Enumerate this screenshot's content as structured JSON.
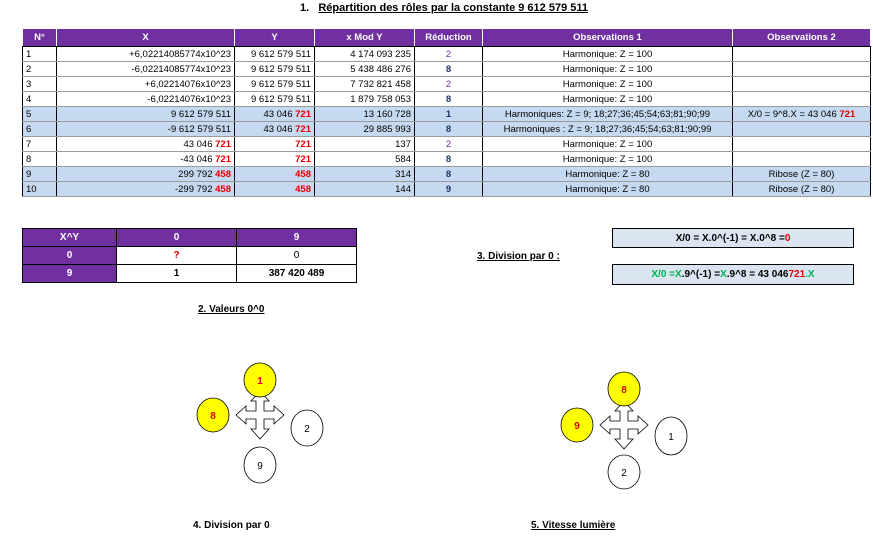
{
  "title": {
    "number": "1.",
    "text": "Répartition des rôles par la constante 9 612 579 511"
  },
  "main_table": {
    "headers": [
      "N°",
      "X",
      "Y",
      "x Mod Y",
      "Réduction",
      "Observations 1",
      "Observations 2"
    ],
    "rows": [
      {
        "n": "1",
        "x": "+6,02214085774x10^23",
        "x_red": "",
        "y": "9 612 579 511",
        "y_red": "",
        "mod": "4 174 093 235",
        "red": "2",
        "obs1": "Harmonique: Z = 100",
        "obs2": "",
        "obs2_red": "",
        "blue": false
      },
      {
        "n": "2",
        "x": "-6,02214085774x10^23",
        "x_red": "",
        "y": "9 612 579 511",
        "y_red": "",
        "mod": "5 438 486 276",
        "red": "8",
        "obs1": "Harmonique: Z = 100",
        "obs2": "",
        "obs2_red": "",
        "blue": false
      },
      {
        "n": "3",
        "x": "+6,02214076x10^23",
        "x_red": "",
        "y": "9 612 579 511",
        "y_red": "",
        "mod": "7 732 821 458",
        "red": "2",
        "obs1": "Harmonique: Z = 100",
        "obs2": "",
        "obs2_red": "",
        "blue": false
      },
      {
        "n": "4",
        "x": "-6,02214076x10^23",
        "x_red": "",
        "y": "9 612 579 511",
        "y_red": "",
        "mod": "1 879 758 053",
        "red": "8",
        "obs1": "Harmonique: Z = 100",
        "obs2": "",
        "obs2_red": "",
        "blue": false
      },
      {
        "n": "5",
        "x": "9 612 579 511",
        "x_red": "",
        "y": "43 046 ",
        "y_red": "721",
        "mod": "13 160 728",
        "red": "1",
        "obs1": "Harmoniques: Z = 9; 18;27;36;45;54;63;81;90;99",
        "obs2": "X/0 = 9^8.X = 43 046 ",
        "obs2_red": "721",
        "blue": true
      },
      {
        "n": "6",
        "x": "-9 612 579 511",
        "x_red": "",
        "y": "43 046 ",
        "y_red": "721",
        "mod": "29 885 993",
        "red": "8",
        "obs1": "Harmoniques : Z = 9; 18;27;36;45;54;63;81;90;99",
        "obs2": "",
        "obs2_red": "",
        "blue": true
      },
      {
        "n": "7",
        "x": "43 046 ",
        "x_red": "721",
        "y": "",
        "y_red": "721",
        "mod": "137",
        "red": "2",
        "obs1": "Harmonique: Z = 100",
        "obs2": "",
        "obs2_red": "",
        "blue": false
      },
      {
        "n": "8",
        "x": "-43 046 ",
        "x_red": "721",
        "y": "",
        "y_red": "721",
        "mod": "584",
        "red": "8",
        "obs1": "Harmonique: Z = 100",
        "obs2": "",
        "obs2_red": "",
        "blue": false
      },
      {
        "n": "9",
        "x": "299 792 ",
        "x_red": "458",
        "y": "",
        "y_red": "458",
        "mod": "314",
        "red": "8",
        "obs1": "Harmonique: Z = 80",
        "obs2": "Ribose (Z = 80)",
        "obs2_red": "",
        "blue": true
      },
      {
        "n": "10",
        "x": "-299 792 ",
        "x_red": "458",
        "y": "",
        "y_red": "458",
        "mod": "144",
        "red": "9",
        "obs1": "Harmonique: Z = 80",
        "obs2": "Ribose (Z = 80)",
        "obs2_red": "",
        "blue": true
      }
    ]
  },
  "power_table": {
    "corner": "X^Y",
    "col1": "0",
    "col2": "9",
    "row1": {
      "head": "0",
      "a": "?",
      "b": "0"
    },
    "row2": {
      "head": "9",
      "a": "1",
      "b": "387 420 489"
    },
    "caption": "2. Valeurs 0^0"
  },
  "division": {
    "label": "3. Division par 0 :",
    "eq1": {
      "a": "X/0 = X.0^(-1) = X.0^8 = ",
      "b": "0"
    },
    "eq2": {
      "p1": "X/0 = ",
      "p2": "X",
      "p3": ".9^(-1) = ",
      "p4": "X",
      "p5": ".9^8 = 43 046 ",
      "p6": "721",
      "p7": ".X"
    }
  },
  "diagram1": {
    "caption": "4. Division par 0",
    "top": "1",
    "left": "8",
    "right": "2",
    "bottom": "9"
  },
  "diagram2": {
    "caption": "5. Vitesse lumière",
    "top": "8",
    "left": "9",
    "right": "1",
    "bottom": "2"
  },
  "colors": {
    "purple": "#7030a0",
    "blue_row": "#c5d9f1",
    "red": "#e00000",
    "green": "#00b050",
    "yellow": "#ffff00"
  }
}
